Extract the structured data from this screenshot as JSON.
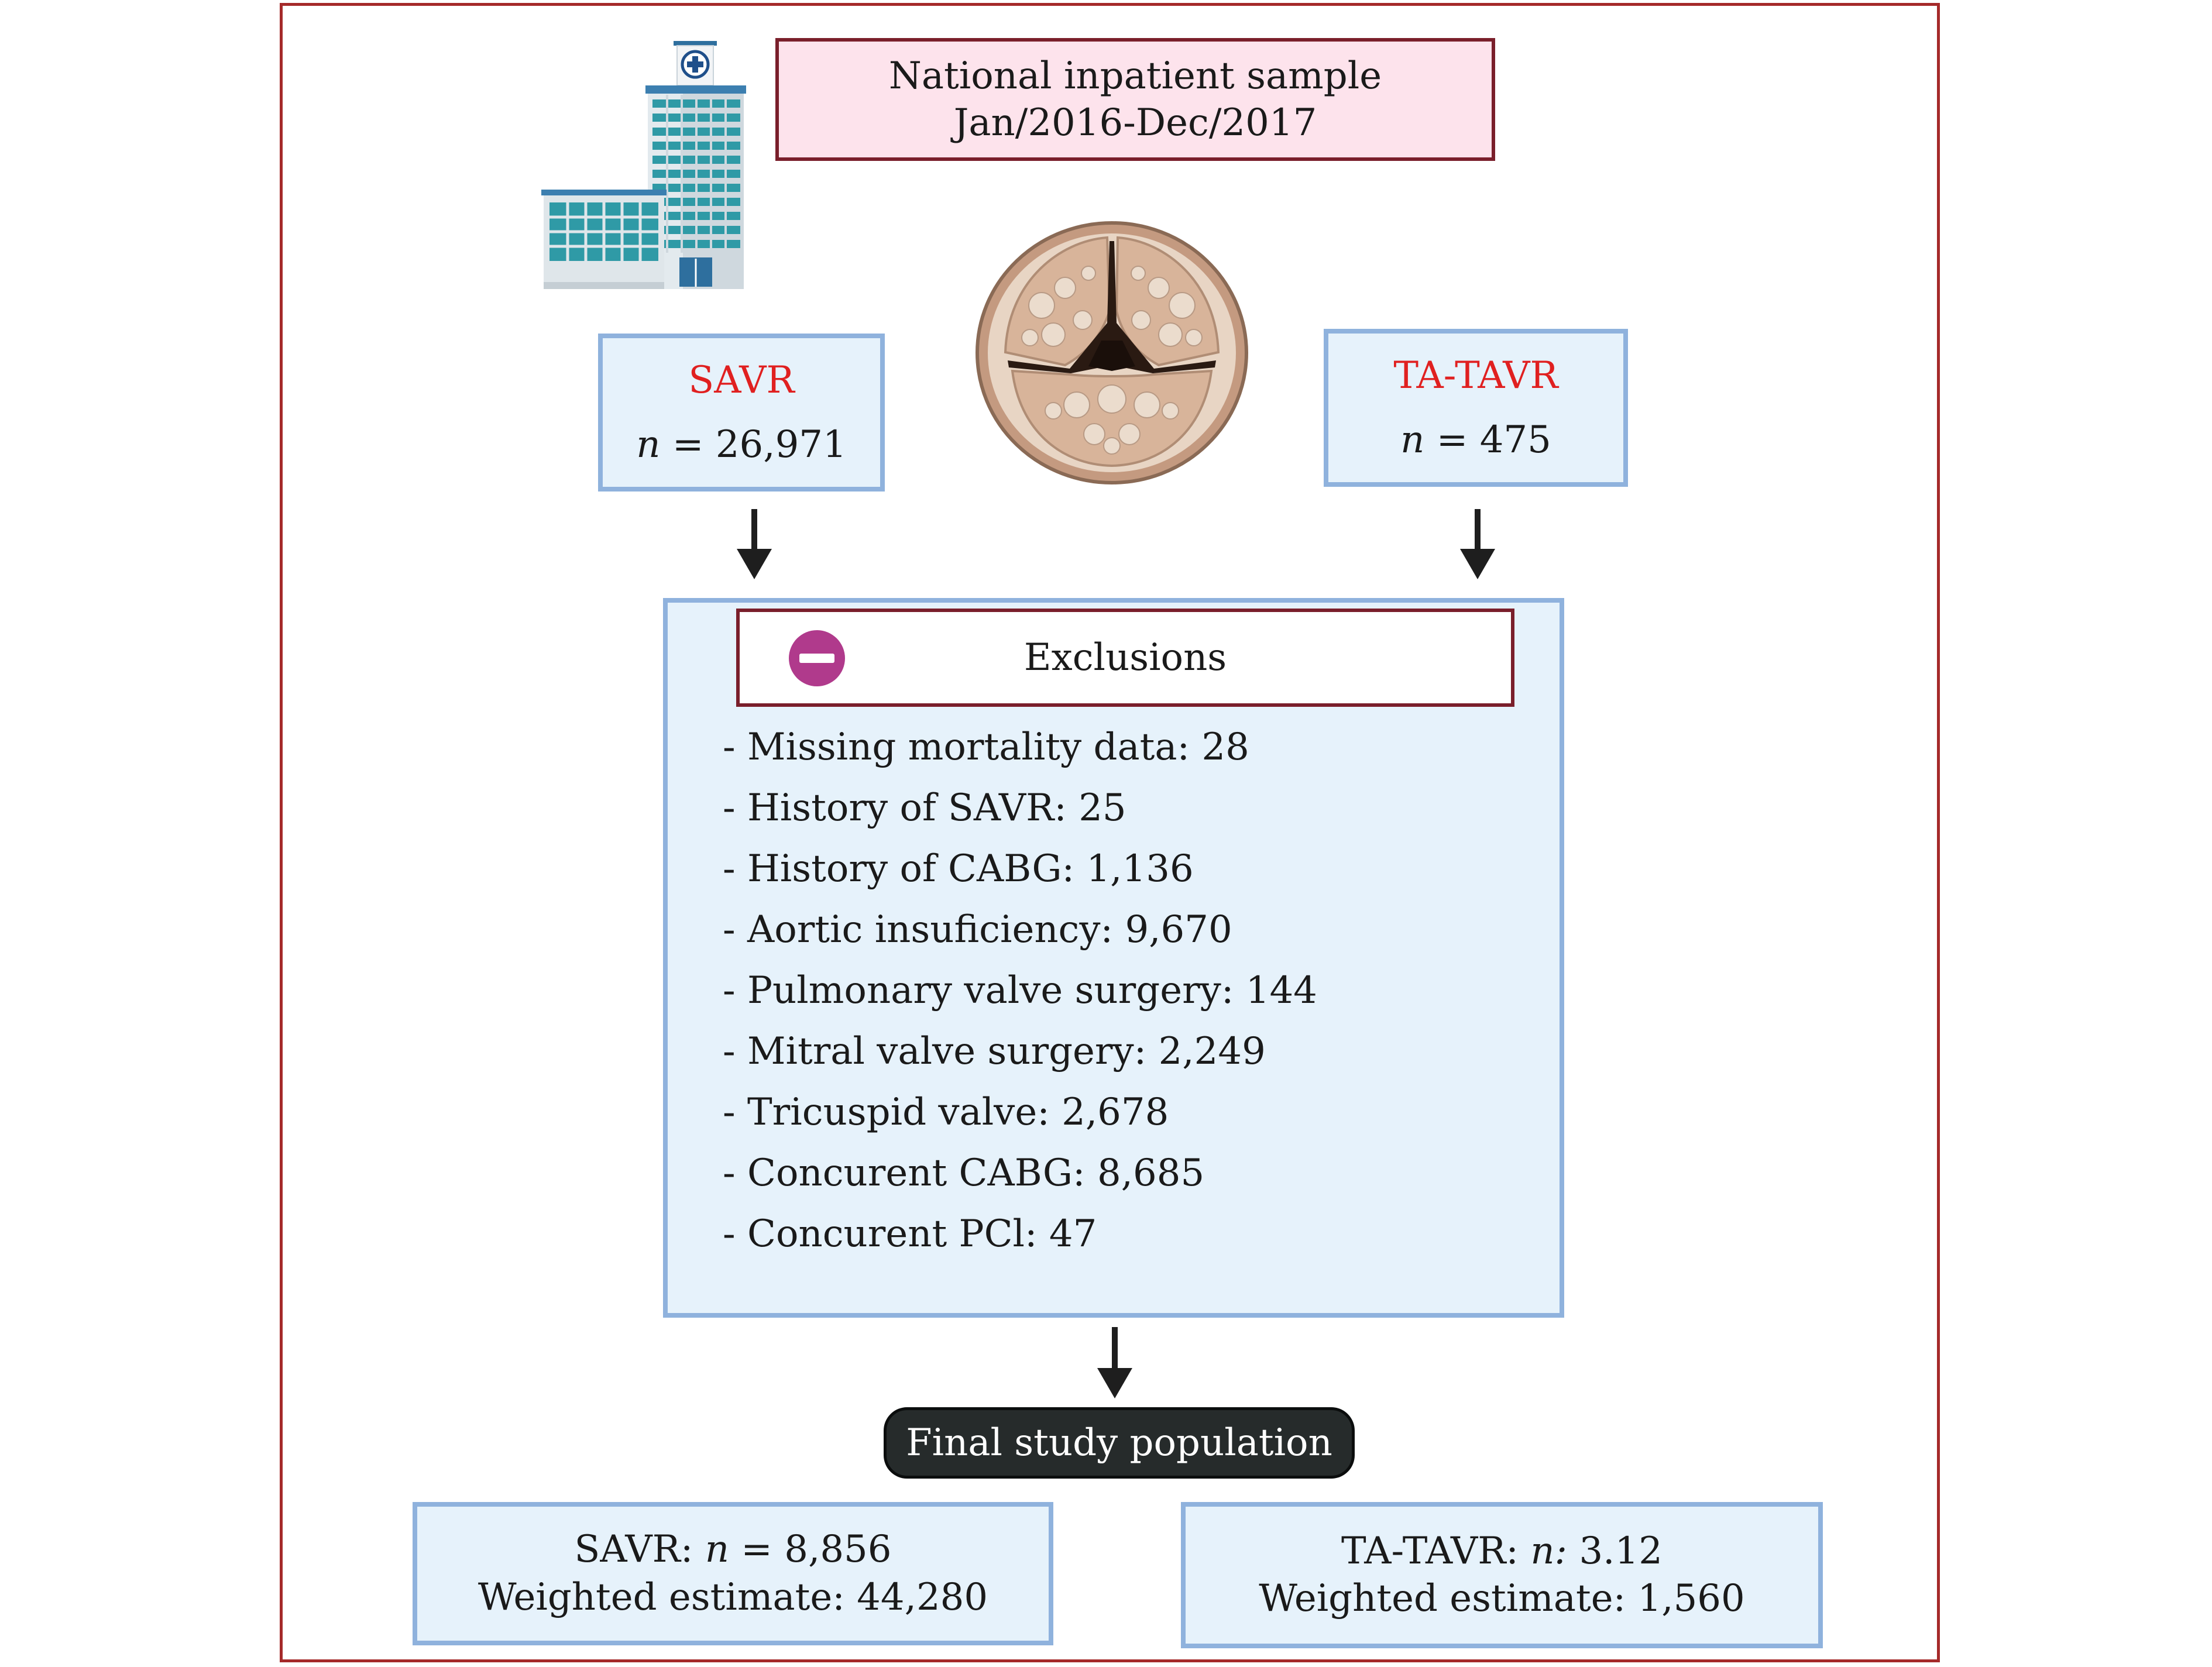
{
  "source": {
    "line1": "National inpatient sample",
    "line2": "Jan/2016-Dec/2017"
  },
  "groups": {
    "savr": {
      "label": "SAVR",
      "n_prefix": "n",
      "n_value": " = 26,971"
    },
    "tatavr": {
      "label": "TA-TAVR",
      "n_prefix": "n",
      "n_value": " = 475"
    }
  },
  "exclusions": {
    "title": "Exclusions",
    "items": [
      "- Missing mortality data: 28",
      "- History of SAVR: 25",
      "- History of CABG: 1,136",
      "- Aortic insuficiency: 9,670",
      "- Pulmonary valve surgery: 144",
      "- Mitral valve surgery: 2,249",
      "- Tricuspid valve: 2,678",
      "- Concurent CABG: 8,685",
      "- Concurent PCl: 47"
    ]
  },
  "final": {
    "title": "Final study population"
  },
  "results": {
    "savr": {
      "prefix": "SAVR: ",
      "n_label": "n",
      "n_value": " = 8,856",
      "weighted": "Weighted estimate: 44,280"
    },
    "tatavr": {
      "prefix": "TA-TAVR: ",
      "n_label": "n:",
      "n_value": " 3.12",
      "weighted": "Weighted estimate: 1,560"
    }
  },
  "colors": {
    "frame": "#a52a2a",
    "box_fill": "#e6f2fb",
    "box_border": "#8fb2dd",
    "source_fill": "#fde3ec",
    "header_border": "#7a1f2b",
    "group_label": "#e02020",
    "pill_fill": "#262b2b",
    "exclusion_icon": "#b03a8c"
  },
  "icons": [
    "hospital-building-icon",
    "aortic-valve-illustration",
    "minus-circle-icon",
    "down-arrow-icon"
  ]
}
